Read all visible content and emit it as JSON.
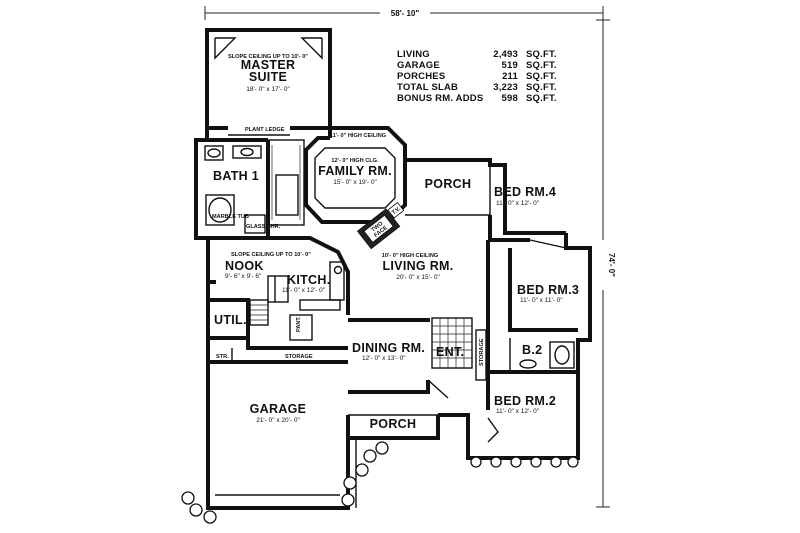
{
  "dimensions": {
    "width": "58'- 10\"",
    "depth": "74'- 0\""
  },
  "stats": [
    {
      "label": "LIVING",
      "value": "2,493",
      "unit": "SQ.FT."
    },
    {
      "label": "GARAGE",
      "value": "519",
      "unit": "SQ.FT."
    },
    {
      "label": "PORCHES",
      "value": "211",
      "unit": "SQ.FT."
    },
    {
      "label": "TOTAL SLAB",
      "value": "3,223",
      "unit": "SQ.FT."
    },
    {
      "label": "BONUS RM. ADDS",
      "value": "598",
      "unit": "SQ.FT."
    }
  ],
  "rooms": {
    "master": {
      "note": "SLOPE CEILING UP TO 10'- 0\"",
      "name1": "MASTER",
      "name2": "SUITE",
      "size": "18'- 0\" x 17'- 0\""
    },
    "plant_ledge": "PLANT LEDGE",
    "bath1": {
      "name": "BATH 1",
      "marble_tub": "MARBLE TUB",
      "glass_shr": "GLASS SHR."
    },
    "family": {
      "note": "11'- 0\" HIGH CEILING",
      "clg": "12'- 0\" HIGH CLG.",
      "name": "FAMILY RM.",
      "size": "15'- 0\" x 19'- 0\""
    },
    "fireplace": {
      "text1": "TWO",
      "text2": "FACE",
      "text3": "FIRE",
      "tv": "T.V."
    },
    "porch_rear": "PORCH",
    "bed4": {
      "name": "BED RM.4",
      "size": "11'- 0\" x 12'- 0\""
    },
    "bed3": {
      "name": "BED RM.3",
      "size": "11'- 0\" x 11'- 0\""
    },
    "b2": "B.2",
    "bed2": {
      "name": "BED RM.2",
      "size": "11'- 0\" x 12'- 0\""
    },
    "nook": {
      "note": "SLOPE CEILING UP TO 10'- 0\"",
      "name": "NOOK",
      "size": "9'- 6\" x 9'- 6\""
    },
    "kitchen": {
      "name": "KITCH.",
      "size": "11'- 0\" x 12'- 0\""
    },
    "living": {
      "note": "10'- 0\" HIGH CEILING",
      "name": "LIVING RM.",
      "size": "20'- 0\" x 15'- 0\""
    },
    "util": "UTIL.",
    "pant": "PANT.",
    "str": "STR.",
    "storage": "STORAGE",
    "dining": {
      "name": "DINING RM.",
      "size": "12'- 0\" x 13'- 0\""
    },
    "ent": "ENT.",
    "storage_v": "STORAGE",
    "garage": {
      "name": "GARAGE",
      "size": "21'- 0\" x 20'- 0\""
    },
    "porch_front": "PORCH"
  }
}
